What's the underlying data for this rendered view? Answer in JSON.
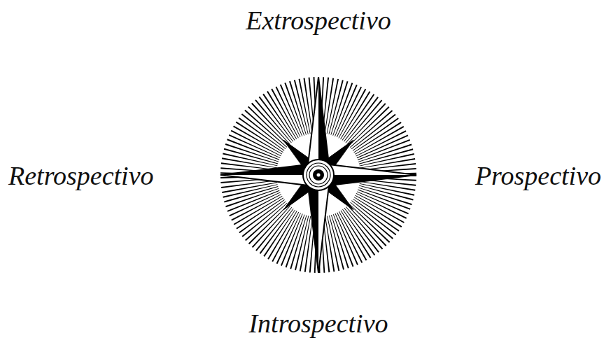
{
  "diagram": {
    "labels": [
      "Extrospectivo",
      "Retrospectivo",
      "Prospectivo",
      "Introspectivo"
    ]
  }
}
